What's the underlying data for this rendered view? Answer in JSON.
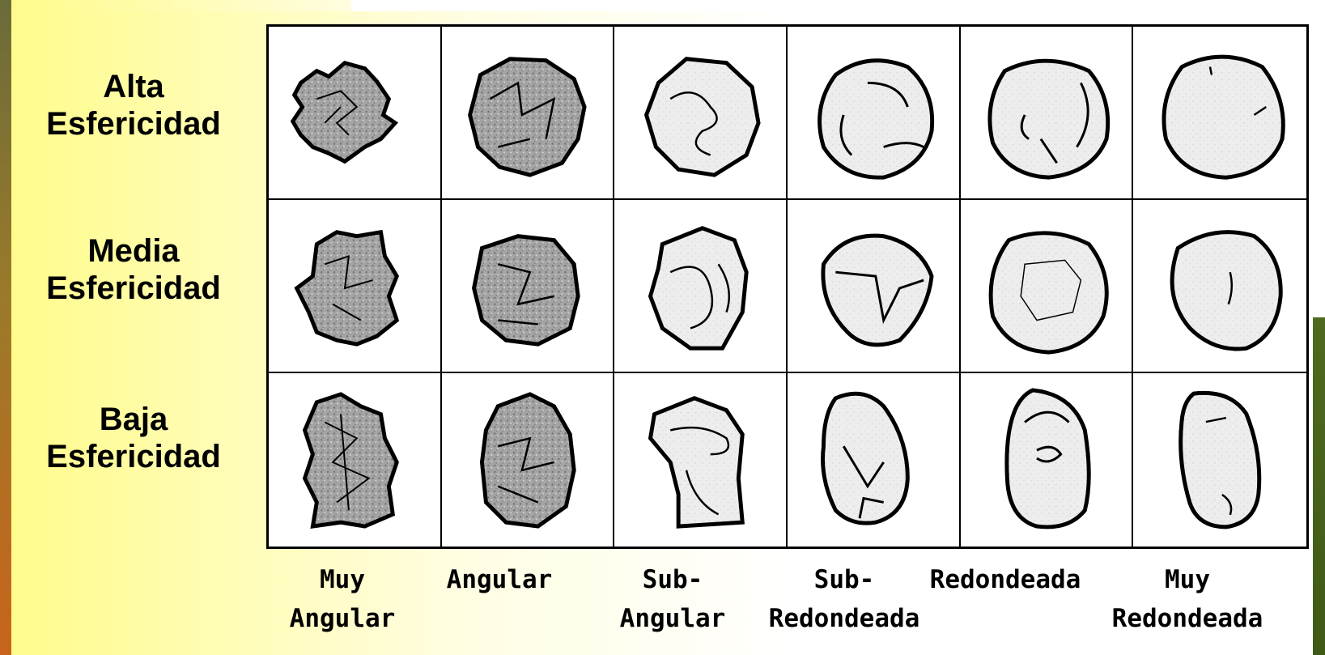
{
  "rows": [
    {
      "line1": "Alta",
      "line2": "Esfericidad"
    },
    {
      "line1": "Media",
      "line2": "Esfericidad"
    },
    {
      "line1": "Baja",
      "line2": "Esfericidad"
    }
  ],
  "columns": [
    {
      "line1": "Muy",
      "line2": "Angular"
    },
    {
      "line1": "Angular",
      "line2": ""
    },
    {
      "line1": "Sub-",
      "line2": "Angular"
    },
    {
      "line1": "Sub-",
      "line2": "Redondeada"
    },
    {
      "line1": "Redondeada",
      "line2": ""
    },
    {
      "line1": "Muy",
      "line2": "Redondeada"
    }
  ],
  "colors": {
    "grain_dark_fill": "#9c9c9c",
    "grain_light_fill": "#ececec",
    "outline": "#000000"
  }
}
